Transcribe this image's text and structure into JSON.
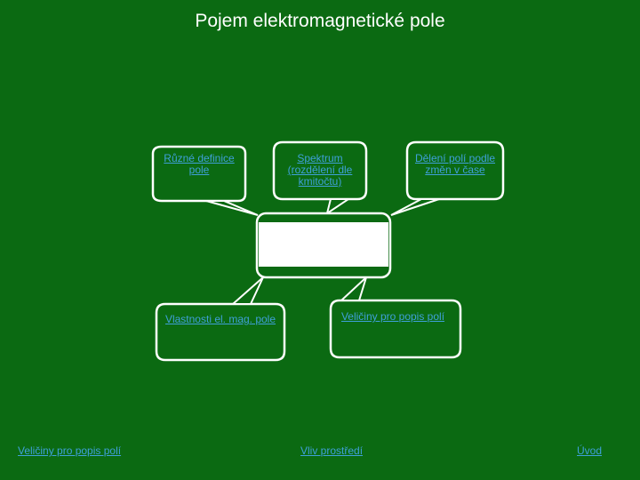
{
  "page": {
    "title": "Pojem elektromagnetické pole"
  },
  "bubbles": {
    "definitions": "Různé definice pole",
    "spectrum": "Spektrum (rozdělení dle kmitočtu)",
    "time_division": "Dělení polí podle změn v čase",
    "properties": "Vlastnosti el. mag. pole",
    "quantities": "Veličiny pro popis polí"
  },
  "footer": {
    "left": "Veličiny pro popis polí",
    "center": "Vliv prostředí",
    "right": "Úvod"
  },
  "colors": {
    "background": "#0b6a12",
    "link": "#3fa0d9",
    "bubble_border": "#ffffff"
  }
}
